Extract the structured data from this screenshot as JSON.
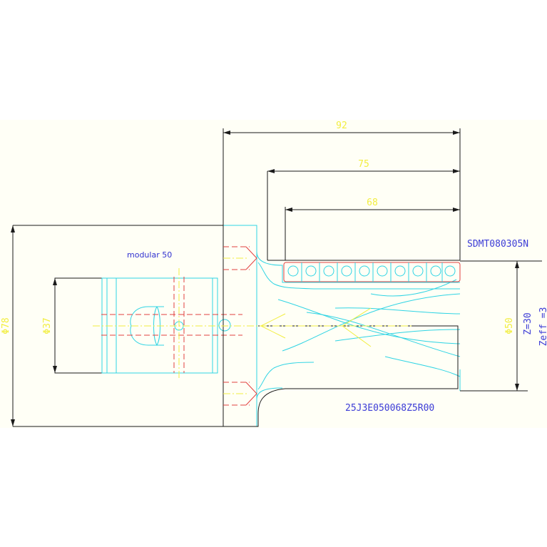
{
  "drawing": {
    "sheet_background": "#fffff6",
    "colors": {
      "outline": "#1a1a1a",
      "body": "#2fd4e4",
      "hidden": "#e24040",
      "center": "#f2ee40",
      "annotation": "#3c3cd6"
    },
    "dimensions": {
      "total_length": "92",
      "length_75": "75",
      "length_68": "68",
      "diameter_78": "Φ78",
      "diameter_37": "Φ37",
      "diameter_50": "Φ50"
    },
    "labels": {
      "modular": "modular 50",
      "insert_code": "SDMT080305N",
      "tool_code": "25J3E050068Z5R00",
      "teeth": "Z=30",
      "effective_teeth": "Zeff =3"
    }
  }
}
